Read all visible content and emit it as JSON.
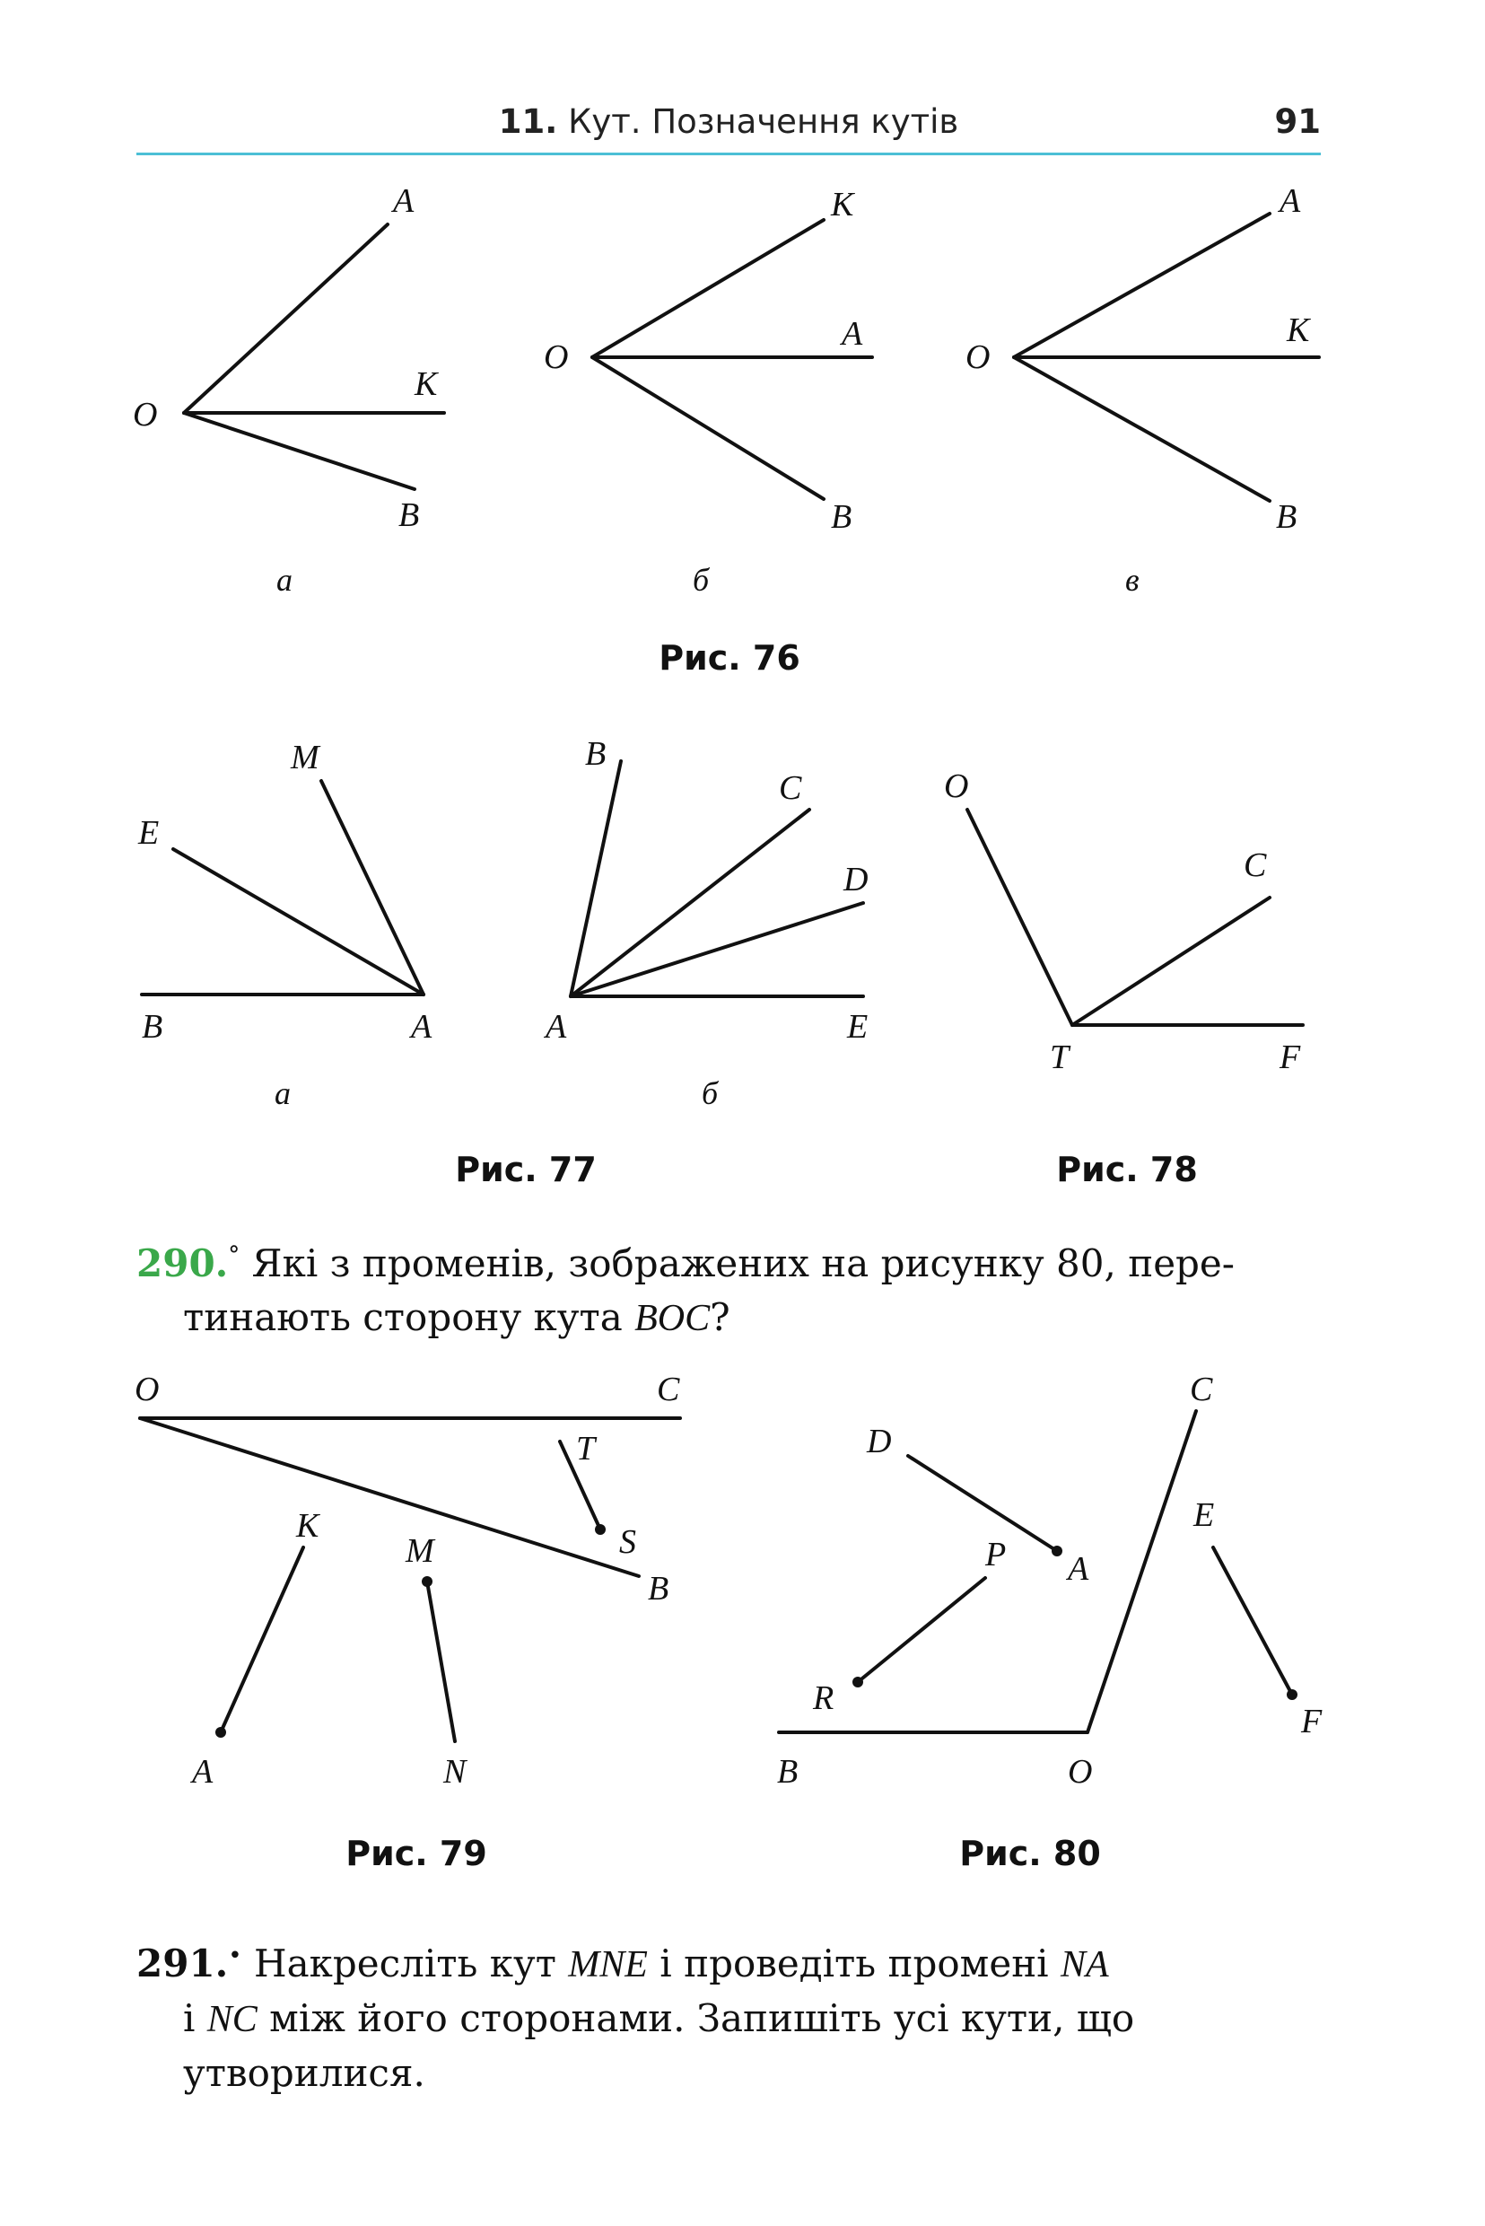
{
  "header": {
    "section_number": "11.",
    "section_title": "Кут. Позначення кутів",
    "page_number": "91"
  },
  "fig76": {
    "a": {
      "vertex": "O",
      "rays": [
        "A",
        "K",
        "B"
      ],
      "sublabel": "а"
    },
    "b": {
      "vertex": "O",
      "rays": [
        "K",
        "A",
        "B"
      ],
      "sublabel": "б"
    },
    "c": {
      "vertex": "O",
      "rays": [
        "A",
        "K",
        "B"
      ],
      "sublabel": "в"
    },
    "caption": "Рис. 76"
  },
  "fig77": {
    "a": {
      "vertex": "A",
      "rays": [
        "B",
        "E",
        "M"
      ],
      "sublabel": "а"
    },
    "b": {
      "vertex": "A",
      "rays": [
        "B",
        "C",
        "D",
        "E"
      ],
      "sublabel": "б"
    },
    "caption": "Рис. 77"
  },
  "fig78": {
    "vertex": "T",
    "points": [
      "O",
      "C",
      "F"
    ],
    "caption": "Рис. 78"
  },
  "ex290": {
    "number": "290.",
    "mark": "°",
    "line1": "Які з променів, зображених на рисунку 80, пере-",
    "line2_pre": "тинають сторону кута ",
    "line2_angle": "BOC",
    "line2_post": "?"
  },
  "fig79": {
    "points": [
      "O",
      "C",
      "T",
      "S",
      "B",
      "K",
      "M",
      "A",
      "N"
    ],
    "caption": "Рис. 79"
  },
  "fig80": {
    "points": [
      "C",
      "D",
      "A",
      "P",
      "E",
      "R",
      "F",
      "B",
      "O"
    ],
    "caption": "Рис. 80"
  },
  "ex291": {
    "number": "291.",
    "mark": "•",
    "l1_a": "Накресліть кут ",
    "l1_angle": "MNE",
    "l1_b": " і проведіть промені ",
    "l1_ray": "NA",
    "l2_a": "і ",
    "l2_ray": "NC",
    "l2_b": " між його сторонами. Запишіть усі кути, що",
    "l3": "утворилися."
  }
}
